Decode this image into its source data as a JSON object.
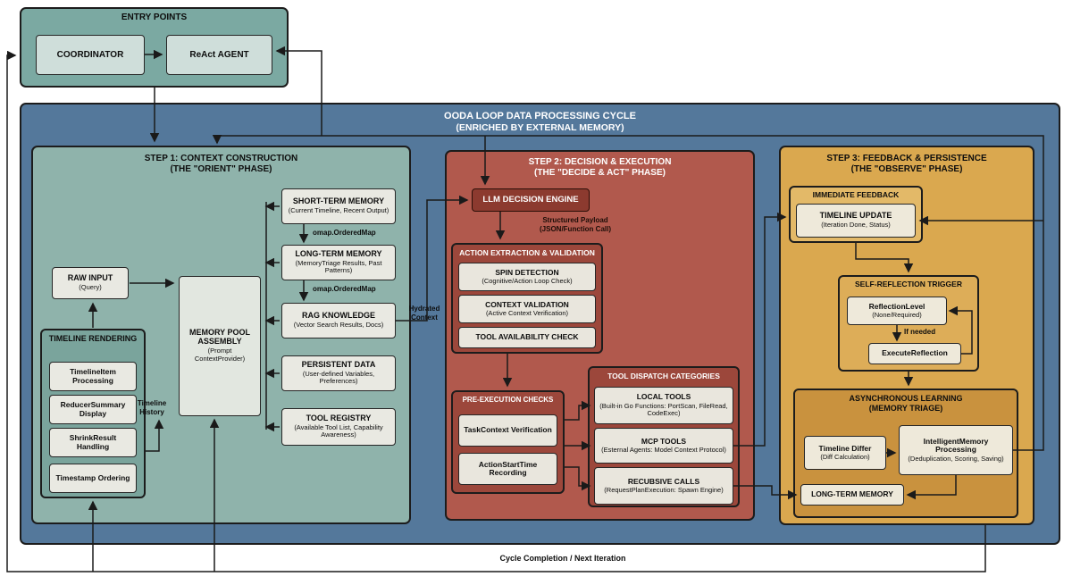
{
  "entry": {
    "title": "ENTRY POINTS",
    "coordinator": "COORDINATOR",
    "react_agent": "ReAct AGENT"
  },
  "ooda": {
    "title1": "OODA LOOP DATA PROCESSING CYCLE",
    "title2": "(ENRICHED BY EXTERNAL MEMORY)"
  },
  "step1": {
    "title1": "STEP 1: CONTEXT CONSTRUCTION",
    "title2": "(THE \"ORIENT\" PHASE)",
    "raw_input": {
      "t": "RAW INPUT",
      "s": "(Query)"
    },
    "memory_pool": {
      "t": "MEMORY POOL ASSEMBLY",
      "s": "(Prompt ContextProvider)"
    },
    "timeline_rendering": {
      "title": "TIMELINE RENDERING",
      "items": [
        "TimelineItem Processing",
        "ReducerSummary Display",
        "ShrinkResult Handling",
        "Timestamp Ordering"
      ]
    },
    "memories": [
      {
        "t": "SHORT-TERM MEMORY",
        "s": "(Current Timeline, Recent Output)"
      },
      {
        "t": "LONG-TERM MEMORY",
        "s": "(MemoryTriage Results, Past Patterns)"
      },
      {
        "t": "RAG KNOWLEDGE",
        "s": "(Vector Search Results, Docs)"
      },
      {
        "t": "PERSISTENT DATA",
        "s": "(User-defined Variables, Preferences)"
      },
      {
        "t": "TOOL REGISTRY",
        "s": "(Available Tool List, Capability Awareness)"
      }
    ],
    "omap_label": "omap.OrderedMap",
    "timeline_history": "Timeline History"
  },
  "connectors": {
    "hydrated_context": "Hydrated Context",
    "structured_payload1": "Structured Payload",
    "structured_payload2": "(JSON/Function Call)",
    "if_needed": "If needed",
    "cycle_completion": "Cycle Completion / Next Iteration"
  },
  "step2": {
    "title1": "STEP 2: DECISION & EXECUTION",
    "title2": "(THE \"DECIDE & ACT\" PHASE)",
    "llm_engine": "LLM DECISION ENGINE",
    "action_extraction": {
      "title": "ACTION EXTRACTION & VALIDATION",
      "items": [
        {
          "t": "SPIN DETECTION",
          "s": "(Cognitive/Action Loop Check)"
        },
        {
          "t": "CONTEXT VALIDATION",
          "s": "(Active Context Verification)"
        },
        {
          "t": "TOOL AVAILABILITY CHECK",
          "s": ""
        }
      ]
    },
    "pre_execution": {
      "title": "PRE-EXECUTION CHECKS",
      "items": [
        {
          "t": "TaskContext Verification"
        },
        {
          "t": "ActionStartTime Recording"
        }
      ]
    },
    "tool_dispatch": {
      "title": "TOOL DISPATCH CATEGORIES",
      "items": [
        {
          "t": "LOCAL TOOLS",
          "s": "(Built-in Go Functions: PortScan, FileRead, CodeExec)"
        },
        {
          "t": "MCP TOOLS",
          "s": "(Esternal Agents: Model Context Protocol)"
        },
        {
          "t": "RECUBSIVE CALLS",
          "s": "(RequestPlanExecution: Spawn Engine)"
        }
      ]
    }
  },
  "step3": {
    "title1": "STEP 3: FEEDBACK & PERSISTENCE",
    "title2": "(THE \"OBSERVE\" PHASE)",
    "immediate_feedback": {
      "title": "IMMEDIATE FEEDBACK",
      "timeline_update": {
        "t": "TIMELINE UPDATE",
        "s": "(Iteration Done, Status)"
      }
    },
    "self_reflection": {
      "title": "SELF-REFLECTION TRIGGER",
      "reflection_level": {
        "t": "ReflectionLevel",
        "s": "(None/Required)"
      },
      "execute_reflection": "ExecuteReflection"
    },
    "async_learning": {
      "title1": "ASYNCHRONOUS LEARNING",
      "title2": "(MEMORY TRIAGE)",
      "timeline_differ": {
        "t": "Timeline Differ",
        "s": "(Diff Calculation)"
      },
      "intelligent_memory": {
        "t": "IntelligentMemory Processing",
        "s": "(Deduplication, Scoring, Saving)"
      },
      "long_term_memory": "LONG-TERM MEMORY"
    }
  }
}
